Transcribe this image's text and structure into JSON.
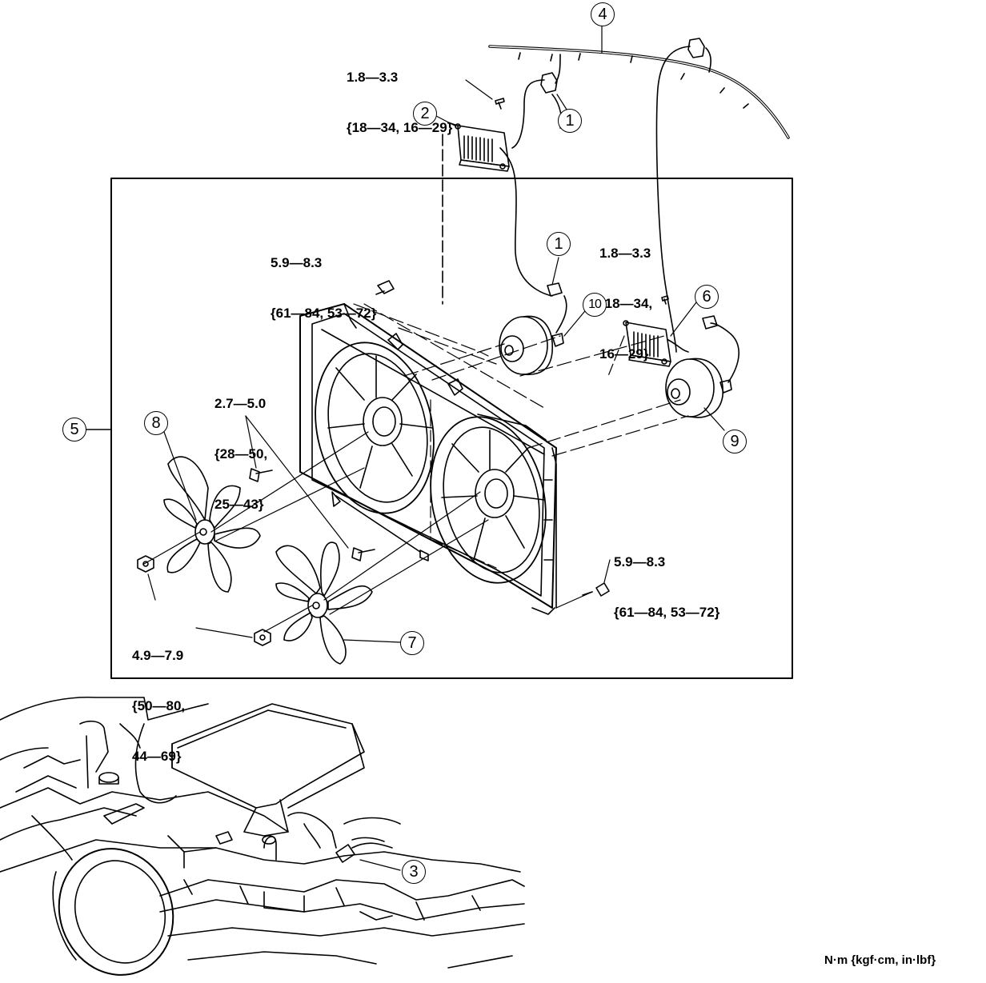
{
  "torque_specs": [
    {
      "id": "t1",
      "lines": [
        "1.8—3.3",
        "{18—34, 16—29}"
      ]
    },
    {
      "id": "t2",
      "lines": [
        "5.9—8.3",
        "{61—84, 53—72}"
      ]
    },
    {
      "id": "t3",
      "lines": [
        "1.8—3.3",
        "{18—34,",
        "16—29}"
      ]
    },
    {
      "id": "t4",
      "lines": [
        "2.7—5.0",
        "{28—50,",
        "25—43}"
      ]
    },
    {
      "id": "t5",
      "lines": [
        "5.9—8.3",
        "{61—84, 53—72}"
      ]
    },
    {
      "id": "t6",
      "lines": [
        "4.9—7.9",
        "{50—80,",
        "44—69}"
      ]
    }
  ],
  "callouts": [
    "1",
    "2",
    "4",
    "1",
    "10",
    "6",
    "5",
    "8",
    "9",
    "7",
    "3"
  ],
  "units_label": "N·m {kgf·cm, in·lbf}"
}
